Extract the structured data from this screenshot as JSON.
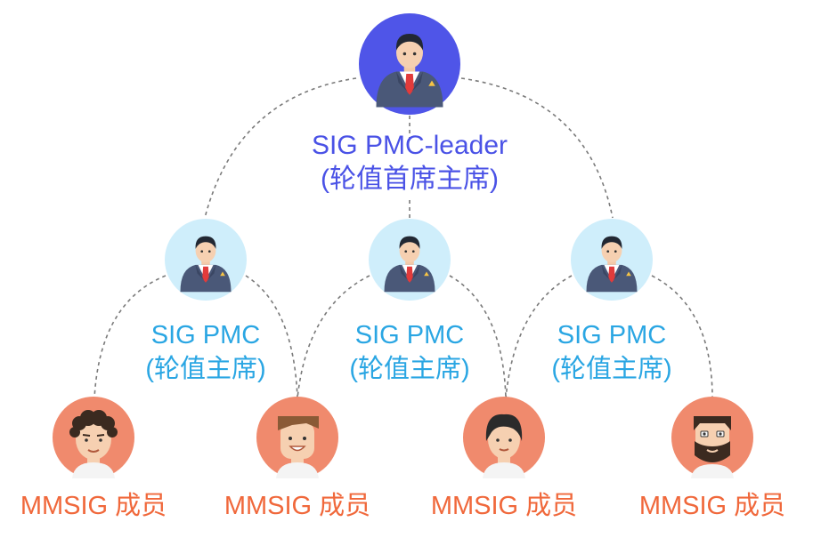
{
  "leader": {
    "line1": "SIG PMC-leader",
    "line2": "(轮值首席主席)",
    "icon": "businessman-avatar-icon",
    "color": "#4f55e8"
  },
  "pmcs": [
    {
      "line1": "SIG PMC",
      "line2": "(轮值主席)",
      "icon": "businessman-avatar-icon"
    },
    {
      "line1": "SIG PMC",
      "line2": "(轮值主席)",
      "icon": "businessman-avatar-icon"
    },
    {
      "line1": "SIG PMC",
      "line2": "(轮值主席)",
      "icon": "businessman-avatar-icon"
    }
  ],
  "pmc_color": "#2aa6e3",
  "members": [
    {
      "label": "MMSIG 成员",
      "icon": "curly-hair-face-icon"
    },
    {
      "label": "MMSIG 成员",
      "icon": "smiling-face-icon"
    },
    {
      "label": "MMSIG 成员",
      "icon": "young-face-icon"
    },
    {
      "label": "MMSIG 成员",
      "icon": "bearded-face-icon"
    }
  ],
  "member_color": "#f0683b"
}
